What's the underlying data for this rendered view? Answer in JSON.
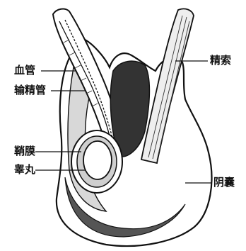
{
  "labels": {
    "blood_vessel": "血管",
    "vas_deferens": "输精管",
    "tunica": "鞘膜",
    "testis": "睾丸",
    "spermatic_cord": "精索",
    "scrotum": "阴囊"
  },
  "colors": {
    "ink": "#111111",
    "paper": "#ffffff"
  }
}
